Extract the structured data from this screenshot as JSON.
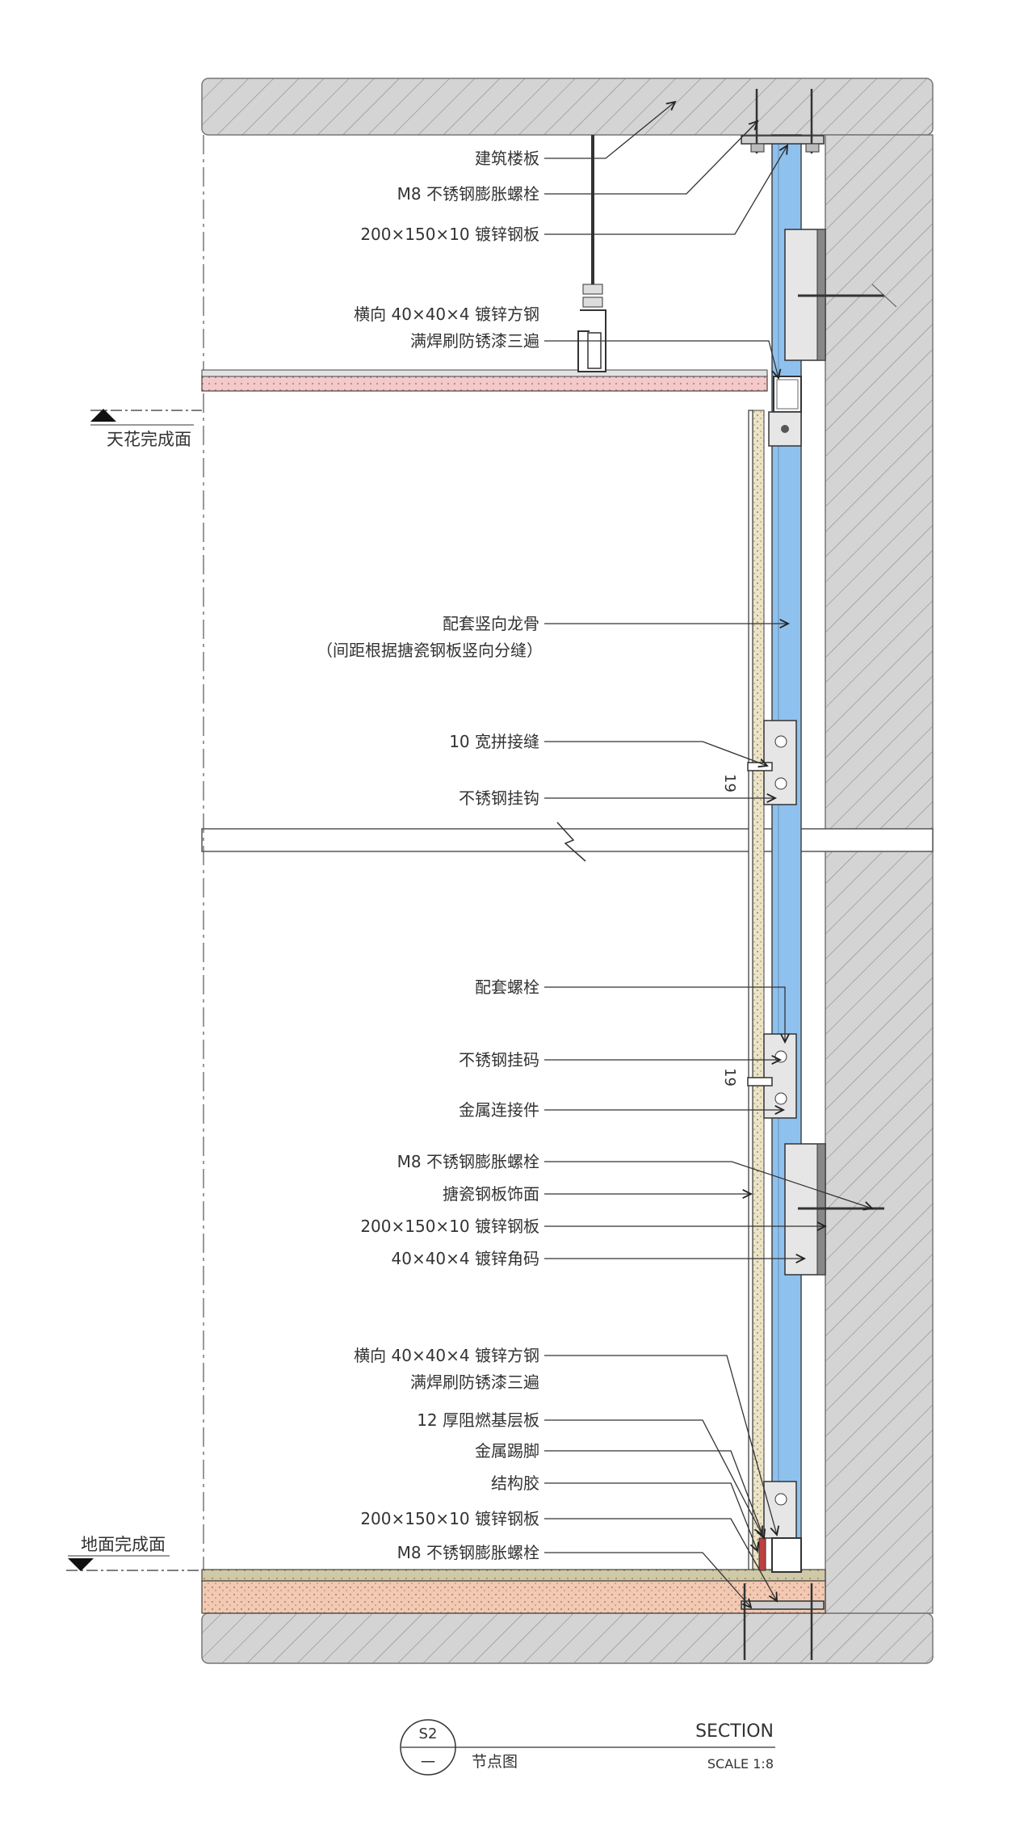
{
  "labels": [
    {
      "id": "l1",
      "text": "建筑楼板"
    },
    {
      "id": "l2",
      "text": "M8 不锈钢膨胀螺栓"
    },
    {
      "id": "l3",
      "text": "200×150×10 镀锌钢板"
    },
    {
      "id": "l4a",
      "text": "横向 40×40×4 镀锌方钢"
    },
    {
      "id": "l4b",
      "text": "满焊刷防锈漆三遍"
    },
    {
      "id": "l5a",
      "text": "配套竖向龙骨"
    },
    {
      "id": "l5b",
      "text": "（间距根据搪瓷钢板竖向分缝）"
    },
    {
      "id": "l6",
      "text": "10 宽拼接缝"
    },
    {
      "id": "l7",
      "text": "不锈钢挂钩"
    },
    {
      "id": "l8",
      "text": "配套螺栓"
    },
    {
      "id": "l9",
      "text": "不锈钢挂码"
    },
    {
      "id": "l10",
      "text": "金属连接件"
    },
    {
      "id": "l11",
      "text": "M8 不锈钢膨胀螺栓"
    },
    {
      "id": "l12",
      "text": "搪瓷钢板饰面"
    },
    {
      "id": "l13",
      "text": "200×150×10 镀锌钢板"
    },
    {
      "id": "l14",
      "text": "40×40×4 镀锌角码"
    },
    {
      "id": "l15a",
      "text": "横向 40×40×4 镀锌方钢"
    },
    {
      "id": "l15b",
      "text": "满焊刷防锈漆三遍"
    },
    {
      "id": "l16",
      "text": "12 厚阻燃基层板"
    },
    {
      "id": "l17",
      "text": "金属踢脚"
    },
    {
      "id": "l18",
      "text": "结构胶"
    },
    {
      "id": "l19",
      "text": "200×150×10 镀锌钢板"
    },
    {
      "id": "l20",
      "text": "M8 不锈钢膨胀螺栓"
    }
  ],
  "levels": {
    "ceiling": "天花完成面",
    "floor": "地面完成面"
  },
  "dimensions": {
    "d1": "19",
    "d2": "19"
  },
  "title_block": {
    "code": "S2",
    "sheet": "一",
    "name": "节点图",
    "heading": "SECTION",
    "scale": "SCALE 1:8"
  },
  "colors": {
    "concrete": "#d4d4d4",
    "keel": "#8fc1ee",
    "ceiling_board": "#f3c9c9",
    "floor_finish": "#d0c9a6",
    "floor_base": "#f2c9b3",
    "base_board": "#ece4c8",
    "line": "#333333"
  }
}
